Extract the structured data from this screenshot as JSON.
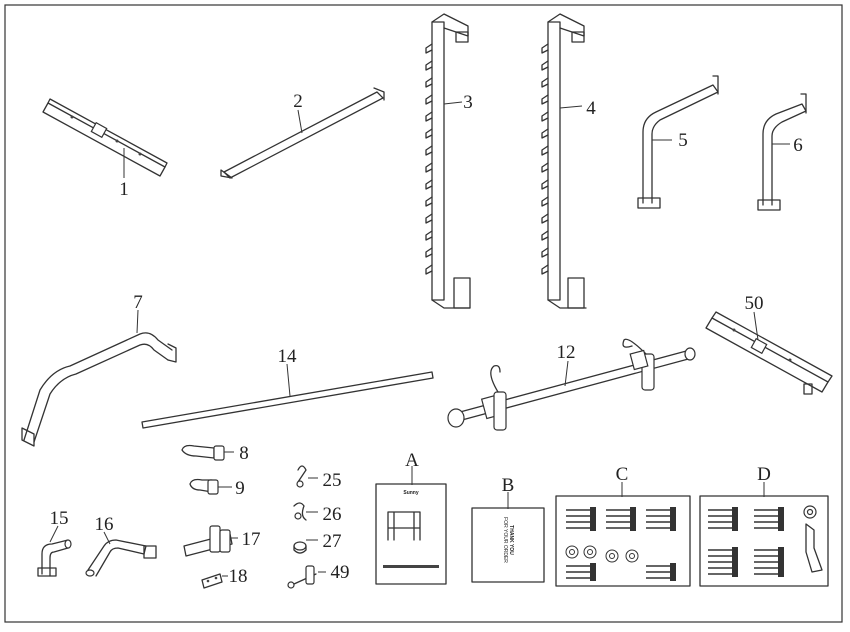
{
  "parts": [
    {
      "id": "1",
      "label": "1"
    },
    {
      "id": "2",
      "label": "2"
    },
    {
      "id": "3",
      "label": "3"
    },
    {
      "id": "4",
      "label": "4"
    },
    {
      "id": "5",
      "label": "5"
    },
    {
      "id": "6",
      "label": "6"
    },
    {
      "id": "7",
      "label": "7"
    },
    {
      "id": "14",
      "label": "14"
    },
    {
      "id": "12",
      "label": "12"
    },
    {
      "id": "50",
      "label": "50"
    },
    {
      "id": "8",
      "label": "8"
    },
    {
      "id": "9",
      "label": "9"
    },
    {
      "id": "17",
      "label": "17"
    },
    {
      "id": "18",
      "label": "18"
    },
    {
      "id": "15",
      "label": "15"
    },
    {
      "id": "16",
      "label": "16"
    },
    {
      "id": "25",
      "label": "25"
    },
    {
      "id": "26",
      "label": "26"
    },
    {
      "id": "27",
      "label": "27"
    },
    {
      "id": "49",
      "label": "49"
    },
    {
      "id": "A",
      "label": "A"
    },
    {
      "id": "B",
      "label": "B"
    },
    {
      "id": "C",
      "label": "C"
    },
    {
      "id": "D",
      "label": "D"
    }
  ],
  "manual": {
    "brand": "Sunny",
    "thank_you_line1": "THANK YOU",
    "thank_you_line2": "FOR YOUR ORDER"
  }
}
